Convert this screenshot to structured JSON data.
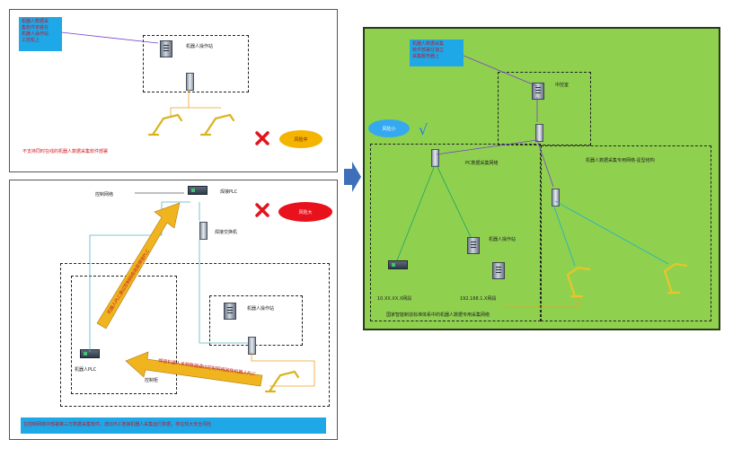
{
  "panel_top_left": {
    "note": [
      "机器人数据采",
      "集软件安装在",
      "机器人操作站",
      "工控机上"
    ],
    "station_label": "机器人操作站",
    "warning_text": "不支持同时在线的机器人数据采集软件部署",
    "risk_label": "风险中"
  },
  "panel_bottom_left": {
    "network_label": "控制网络",
    "plc_label": "焊接PLC",
    "switch_label": "焊接交换机",
    "station_label": "机器人操作站",
    "robot_plc_label": "机器人PLC",
    "cabinet_label": "控制柜",
    "arrow_up_text": "机器人PLC通过控制网络连接焊接PLC",
    "arrow_left_text": "焊接机器人系统数据通过控制网络回传机器人PLC",
    "risk_label": "风险大",
    "footer_note": "在控制网络中部署第三方数据采集软件，通过PLC连接机器人采集运行数据，存在较大安全风险"
  },
  "panel_right": {
    "note": [
      "机器人数据采集",
      "软件部署在独立",
      "采集服务器上"
    ],
    "center_label": "中控室",
    "ok_label": "风险小",
    "check_mark": "√",
    "pc_net_label": "PC数据采集网络",
    "station_label": "机器人操作站",
    "robot_net_label": "机器人数据采集专用网络-星型结构",
    "ip_left": "10.XX.XX.X网段",
    "ip_right": "192.168.1.X网段",
    "footer_label": "国家智能制造标准体系中的机器人数据专用采集网络"
  },
  "colors": {
    "green_panel": "#8fd14f",
    "note_blue": "#1ea8e8",
    "arrow_gold": "#f0b41e",
    "risk_mid": "#f4b400",
    "risk_high": "#e8111c",
    "ok_blue": "#35a9f0",
    "cross_red": "#e2141c"
  }
}
